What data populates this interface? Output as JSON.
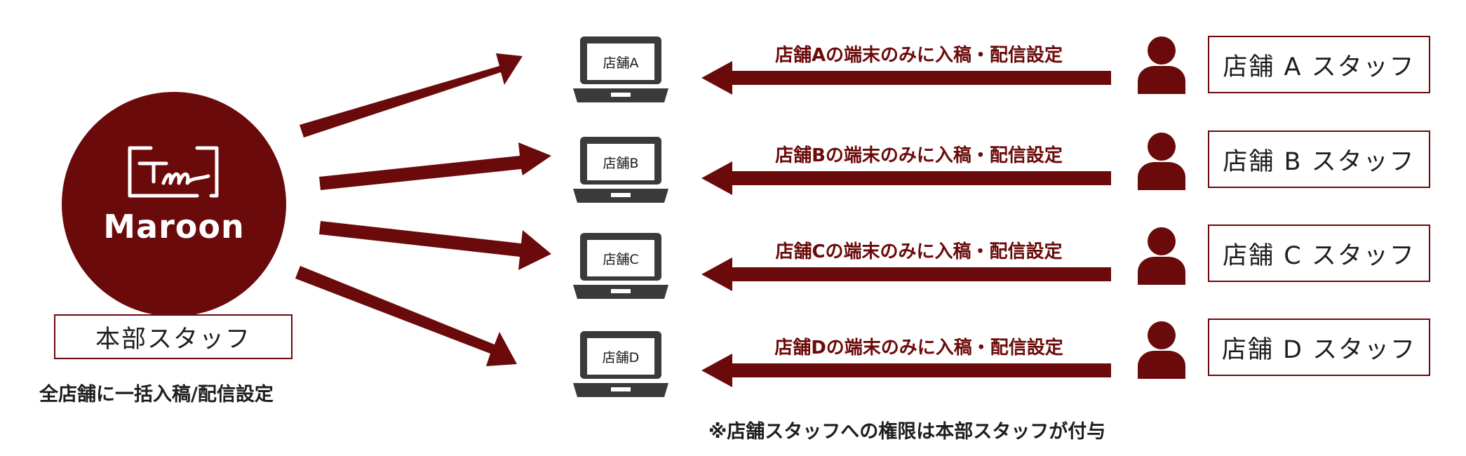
{
  "colors": {
    "maroon": "#6b0a0a",
    "laptop": "#3a3a3a",
    "text": "#1e1e1e"
  },
  "hq": {
    "logo_text": "Maroon",
    "staff_label": "本部スタッフ",
    "caption": "全店舗に一括入稿/配信設定"
  },
  "stores": [
    {
      "laptop_label": "店舗A",
      "arrow_label": "店舗Aの端末のみに入稿・配信設定",
      "staff_label": "店舗 A スタッフ"
    },
    {
      "laptop_label": "店舗B",
      "arrow_label": "店舗Bの端末のみに入稿・配信設定",
      "staff_label": "店舗 B スタッフ"
    },
    {
      "laptop_label": "店舗C",
      "arrow_label": "店舗Cの端末のみに入稿・配信設定",
      "staff_label": "店舗 C スタッフ"
    },
    {
      "laptop_label": "店舗D",
      "arrow_label": "店舗Dの端末のみに入稿・配信設定",
      "staff_label": "店舗 D スタッフ"
    }
  ],
  "footnote": "※店舗スタッフへの権限は本部スタッフが付与",
  "icons": {
    "logo": "maroon-logo-icon",
    "laptop": "laptop-icon",
    "person": "person-icon",
    "arrow": "arrow-icon"
  }
}
